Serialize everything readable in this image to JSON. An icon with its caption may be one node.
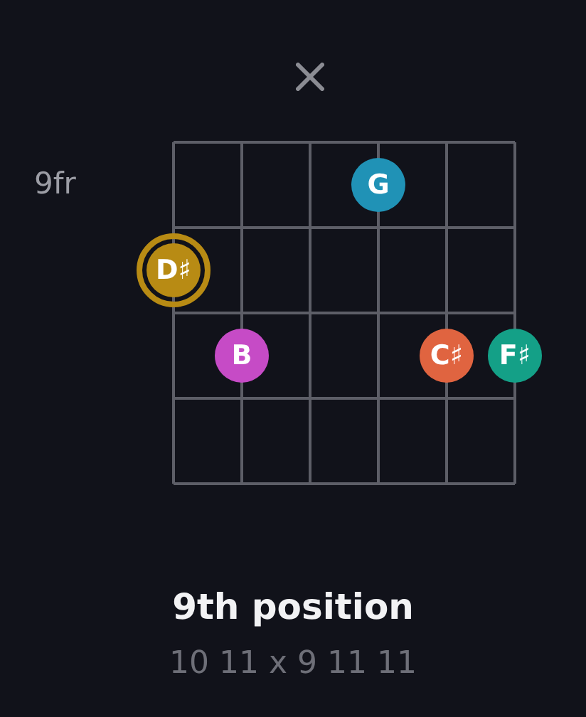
{
  "diagram": {
    "title": "9th position",
    "nodes": [
      {
        "text": [
          "G"
        ]
      },
      {
        "text": [
          "D♯"
        ]
      },
      {
        "text": [
          "B"
        ]
      },
      {
        "text": [
          "C♯"
        ]
      },
      {
        "text": [
          "F♯"
        ]
      }
    ],
    "labels": [
      "9fr",
      "10 11 x 9 11 11"
    ]
  }
}
